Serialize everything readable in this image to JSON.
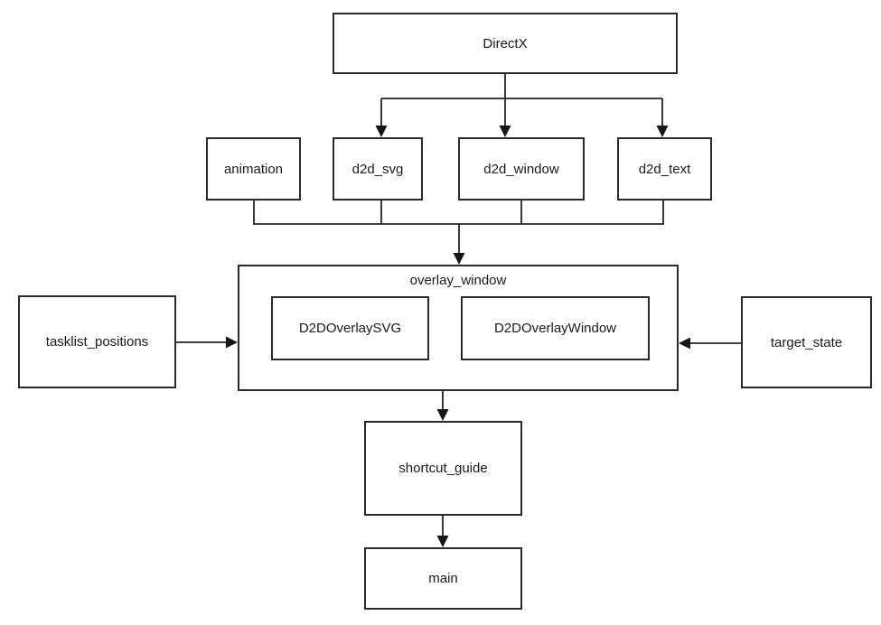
{
  "diagram": {
    "type": "flowchart",
    "colors": {
      "background": "#ffffff",
      "box_border": "#2b2b2b",
      "line": "#242424",
      "text": "#1a1a1a"
    },
    "nodes": {
      "directx": {
        "label": "DirectX"
      },
      "animation": {
        "label": "animation"
      },
      "d2d_svg": {
        "label": "d2d_svg"
      },
      "d2d_window": {
        "label": "d2d_window"
      },
      "d2d_text": {
        "label": "d2d_text"
      },
      "overlay_window": {
        "label": "overlay_window"
      },
      "d2doverlaysvg": {
        "label": "D2DOverlaySVG"
      },
      "d2doverlaywindow": {
        "label": "D2DOverlayWindow"
      },
      "tasklist_positions": {
        "label": "tasklist_positions"
      },
      "target_state": {
        "label": "target_state"
      },
      "shortcut_guide": {
        "label": "shortcut_guide"
      },
      "main": {
        "label": "main"
      }
    },
    "containment": [
      {
        "parent": "overlay_window",
        "children": [
          "D2DOverlaySVG",
          "D2DOverlayWindow"
        ]
      }
    ],
    "edges": [
      {
        "from": "DirectX",
        "to": "d2d_svg"
      },
      {
        "from": "DirectX",
        "to": "d2d_window"
      },
      {
        "from": "DirectX",
        "to": "d2d_text"
      },
      {
        "from": "animation",
        "to": "overlay_window"
      },
      {
        "from": "d2d_svg",
        "to": "overlay_window"
      },
      {
        "from": "d2d_window",
        "to": "overlay_window"
      },
      {
        "from": "d2d_text",
        "to": "overlay_window"
      },
      {
        "from": "tasklist_positions",
        "to": "overlay_window"
      },
      {
        "from": "target_state",
        "to": "overlay_window"
      },
      {
        "from": "overlay_window",
        "to": "shortcut_guide"
      },
      {
        "from": "shortcut_guide",
        "to": "main"
      }
    ]
  }
}
